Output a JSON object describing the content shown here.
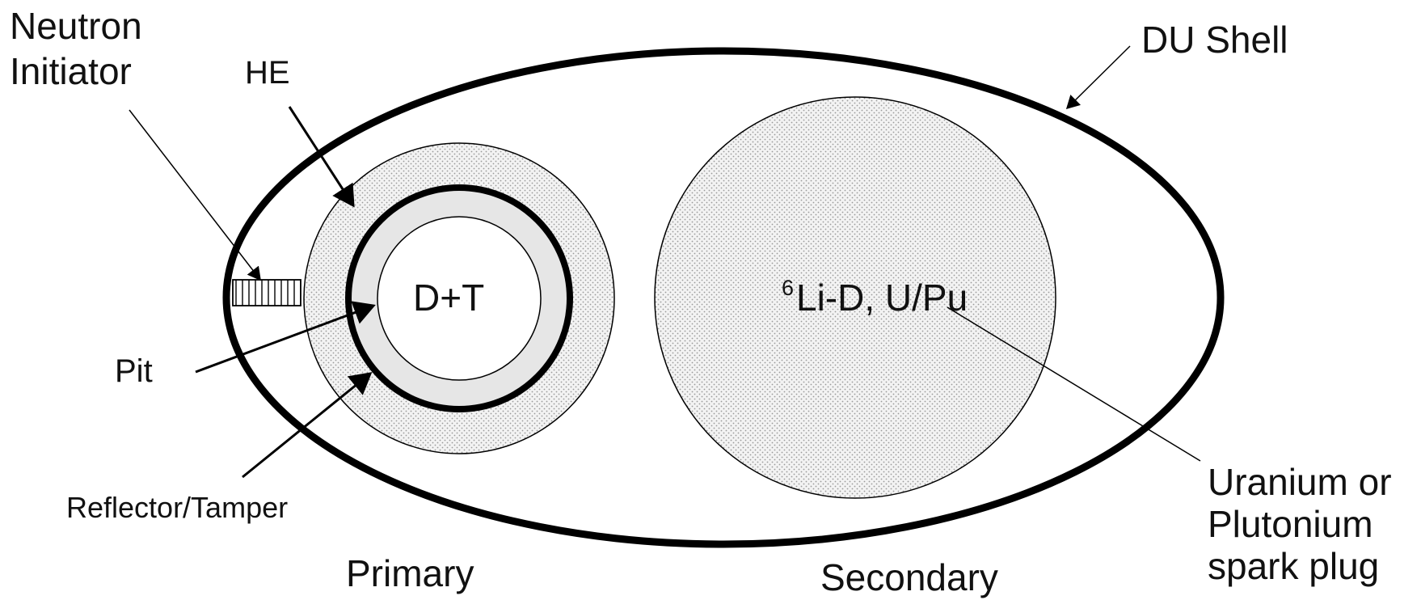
{
  "labels": {
    "neutron_initiator": [
      "Neutron",
      "Initiator"
    ],
    "he": "HE",
    "du_shell": "DU Shell",
    "dt": "D+T",
    "pit": "Pit",
    "reflector_tamper": "Reflector/Tamper",
    "secondary_fuel_sup": "6",
    "secondary_fuel": "Li-D, U/Pu",
    "spark_plug": [
      "Uranium or",
      "Plutonium",
      "spark plug"
    ],
    "primary": "Primary",
    "secondary": "Secondary"
  },
  "colors": {
    "stroke": "#000000",
    "fill_dots": "#e4e4e4",
    "fill_tamper": "#e8e8e8",
    "background": "#ffffff"
  }
}
